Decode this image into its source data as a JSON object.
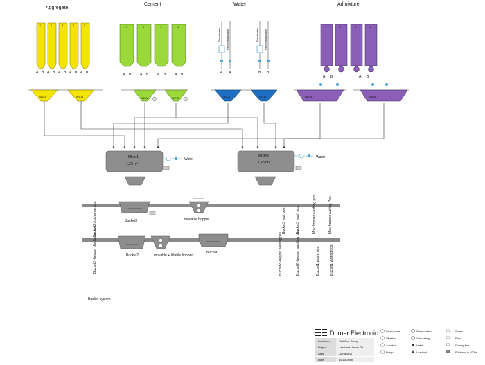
{
  "groups": {
    "aggregate": "Aggregate",
    "cement": "Cement",
    "water": "Water",
    "admixture": "Admixture"
  },
  "colors": {
    "aggregate": "#f5e400",
    "cement": "#9bd93b",
    "water": "#1e6fc2",
    "admixture": "#8b5fb7",
    "machine": "#8e8e8e",
    "valve": "#4aa3d6"
  },
  "aggregate_silos": [
    "1",
    "2",
    "3",
    "4",
    "5"
  ],
  "cement_silos": [
    "1",
    "2",
    "3",
    "4"
  ],
  "admixture_tanks": [
    "1",
    "2",
    "3",
    "4"
  ],
  "water_lines": [
    "Freshwater",
    "Recyclingwasser",
    "Freshwater",
    "Recyclingwasser"
  ],
  "ab": {
    "a": "A",
    "b": "B"
  },
  "scales": {
    "w1a": "W1-A",
    "w1b": "W1-B",
    "w2a": "W2-A",
    "w2b": "W2-B",
    "w3a": "W3-A",
    "w3b": "W3-B",
    "w4a": "W4-A",
    "w4b": "W4-B"
  },
  "mixers": [
    {
      "name": "Mixer1",
      "volume": "1,25 m³",
      "water": "Water"
    },
    {
      "name": "Mixer2",
      "volume": "1,25 m³",
      "water": "Water"
    }
  ],
  "track1": {
    "bucket": "Bucket3",
    "hopper": "movable hopper",
    "pos_left": "Bucket3 discharge pos.",
    "pos_right": [
      "Bucket3 wait pos.",
      "Bucket3 wash pos.",
      "Mov. hopper washing pos.",
      "Mov. hopper waiting Pos."
    ]
  },
  "track2": {
    "bucket_a": "Bucket2",
    "hopper": "movable + liftable hopper",
    "bucket_b": "Bucket1",
    "pos_left": "Bucket2+hopper discharge pos.",
    "pos_right": [
      "Bucket2+hopper waiting pos.",
      "Bucket2+hopper washing pos.",
      "Bucket1 wash. pos.",
      "Bucket1 waiting pos."
    ]
  },
  "section_label": "Bucket system",
  "title_block": {
    "company": "Dorner Electronic",
    "rows": [
      {
        "k": "Customer",
        "v": "Rail One Group"
      },
      {
        "k": "Project",
        "v": "Lakeland Verkel. Zir"
      },
      {
        "k": "Sign",
        "v": "GaPaSaVi"
      },
      {
        "k": "Date",
        "v": "15.10.2019"
      }
    ],
    "legend": [
      [
        "Level probe",
        "Water meter",
        "Screw"
      ],
      [
        "Vibrator",
        "Circulating",
        "Flap"
      ],
      [
        "Junction",
        "Valve",
        "Dosing flap"
      ],
      [
        "Pump",
        "Load cell",
        "Füllstand 0-100%"
      ]
    ]
  }
}
